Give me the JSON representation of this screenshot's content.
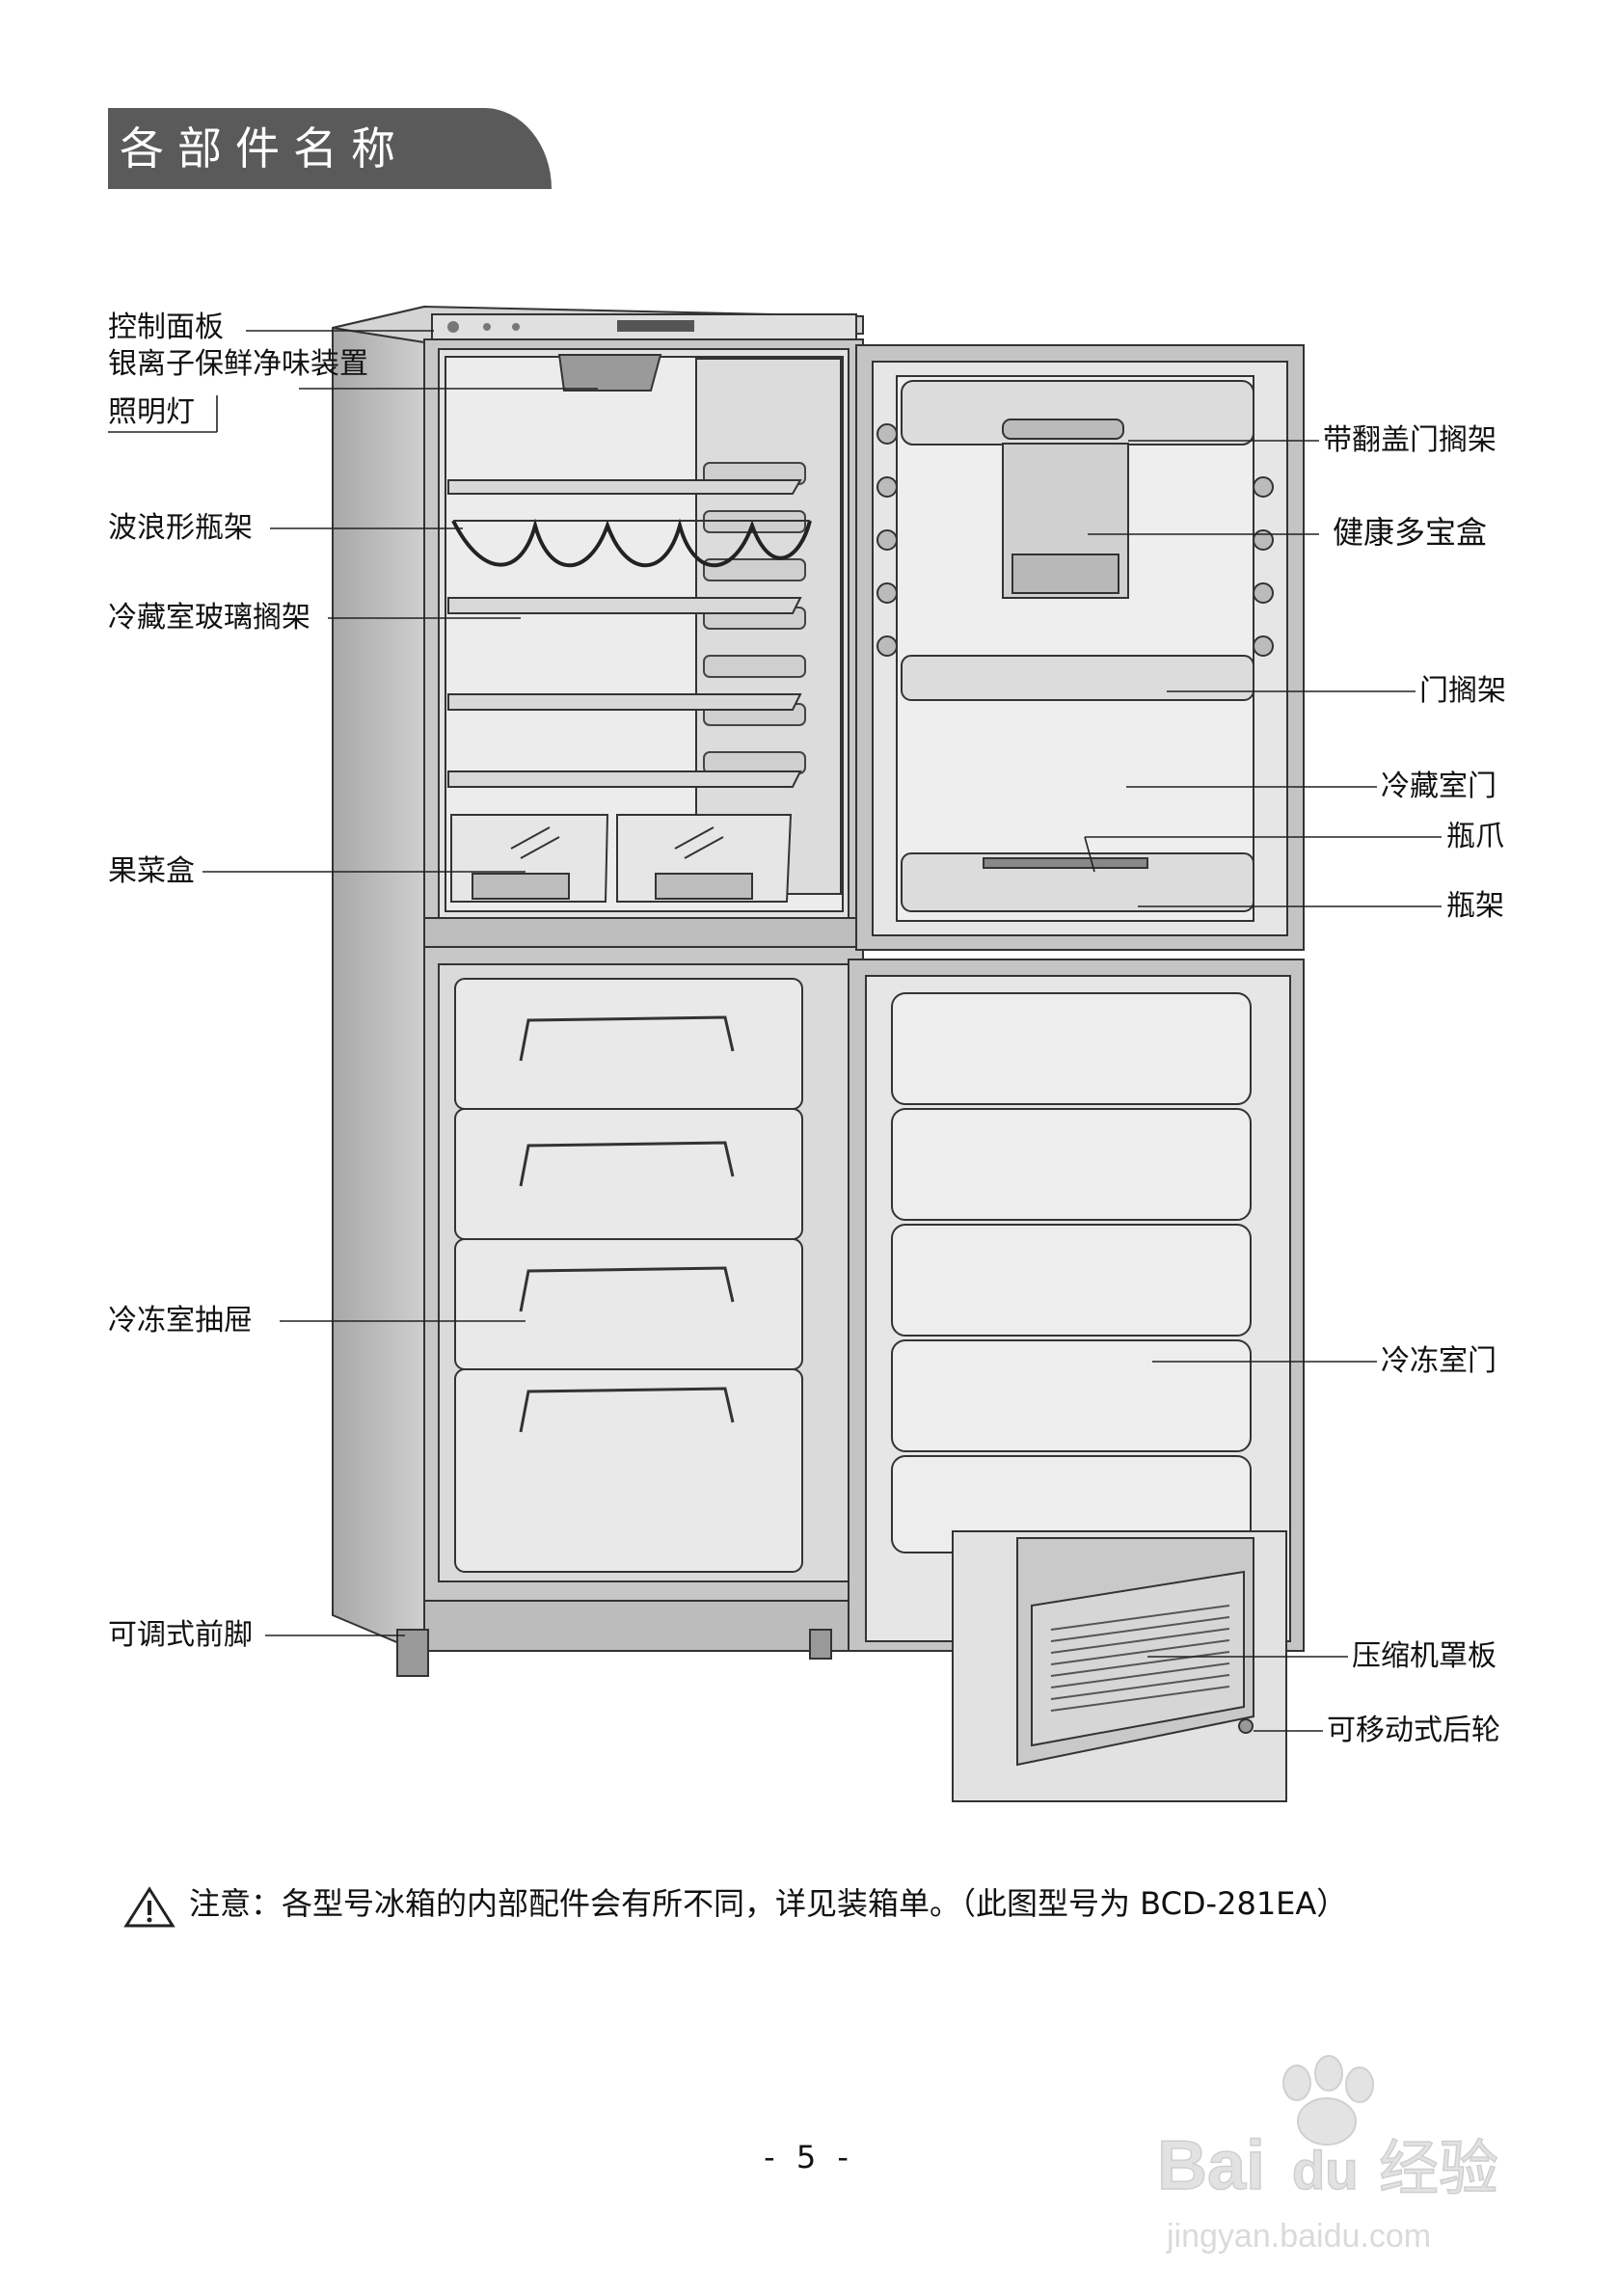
{
  "heading": "各部件名称",
  "labels": {
    "control_panel": "控制面板",
    "silver_ion_device": "银离子保鲜净味装置",
    "lighting": "照明灯",
    "wave_bottle_rack": "波浪形瓶架",
    "glass_shelf": "冷藏室玻璃搁架",
    "crisper": "果菜盒",
    "freezer_drawer": "冷冻室抽屉",
    "adjustable_front_foot": "可调式前脚",
    "flip_lid_door_shelf": "带翻盖门搁架",
    "health_box": "健康多宝盒",
    "door_shelf": "门搁架",
    "fridge_door": "冷藏室门",
    "bottle_claw": "瓶爪",
    "bottle_rack": "瓶架",
    "freezer_door": "冷冻室门",
    "compressor_cover": "压缩机罩板",
    "rear_wheel": "可移动式后轮"
  },
  "note": "注意：各型号冰箱的内部配件会有所不同，详见装箱单。（此图型号为 BCD-281EA）",
  "page_number": "- 5 -",
  "watermark": {
    "brand": "Bai",
    "brand_du": "du",
    "product": "经验",
    "url": "jingyan.baidu.com"
  },
  "colors": {
    "heading_bg": "#5a5a5a",
    "line": "#222222",
    "body_fill": "#c9c9c9",
    "panel_fill": "#e4e4e4"
  }
}
